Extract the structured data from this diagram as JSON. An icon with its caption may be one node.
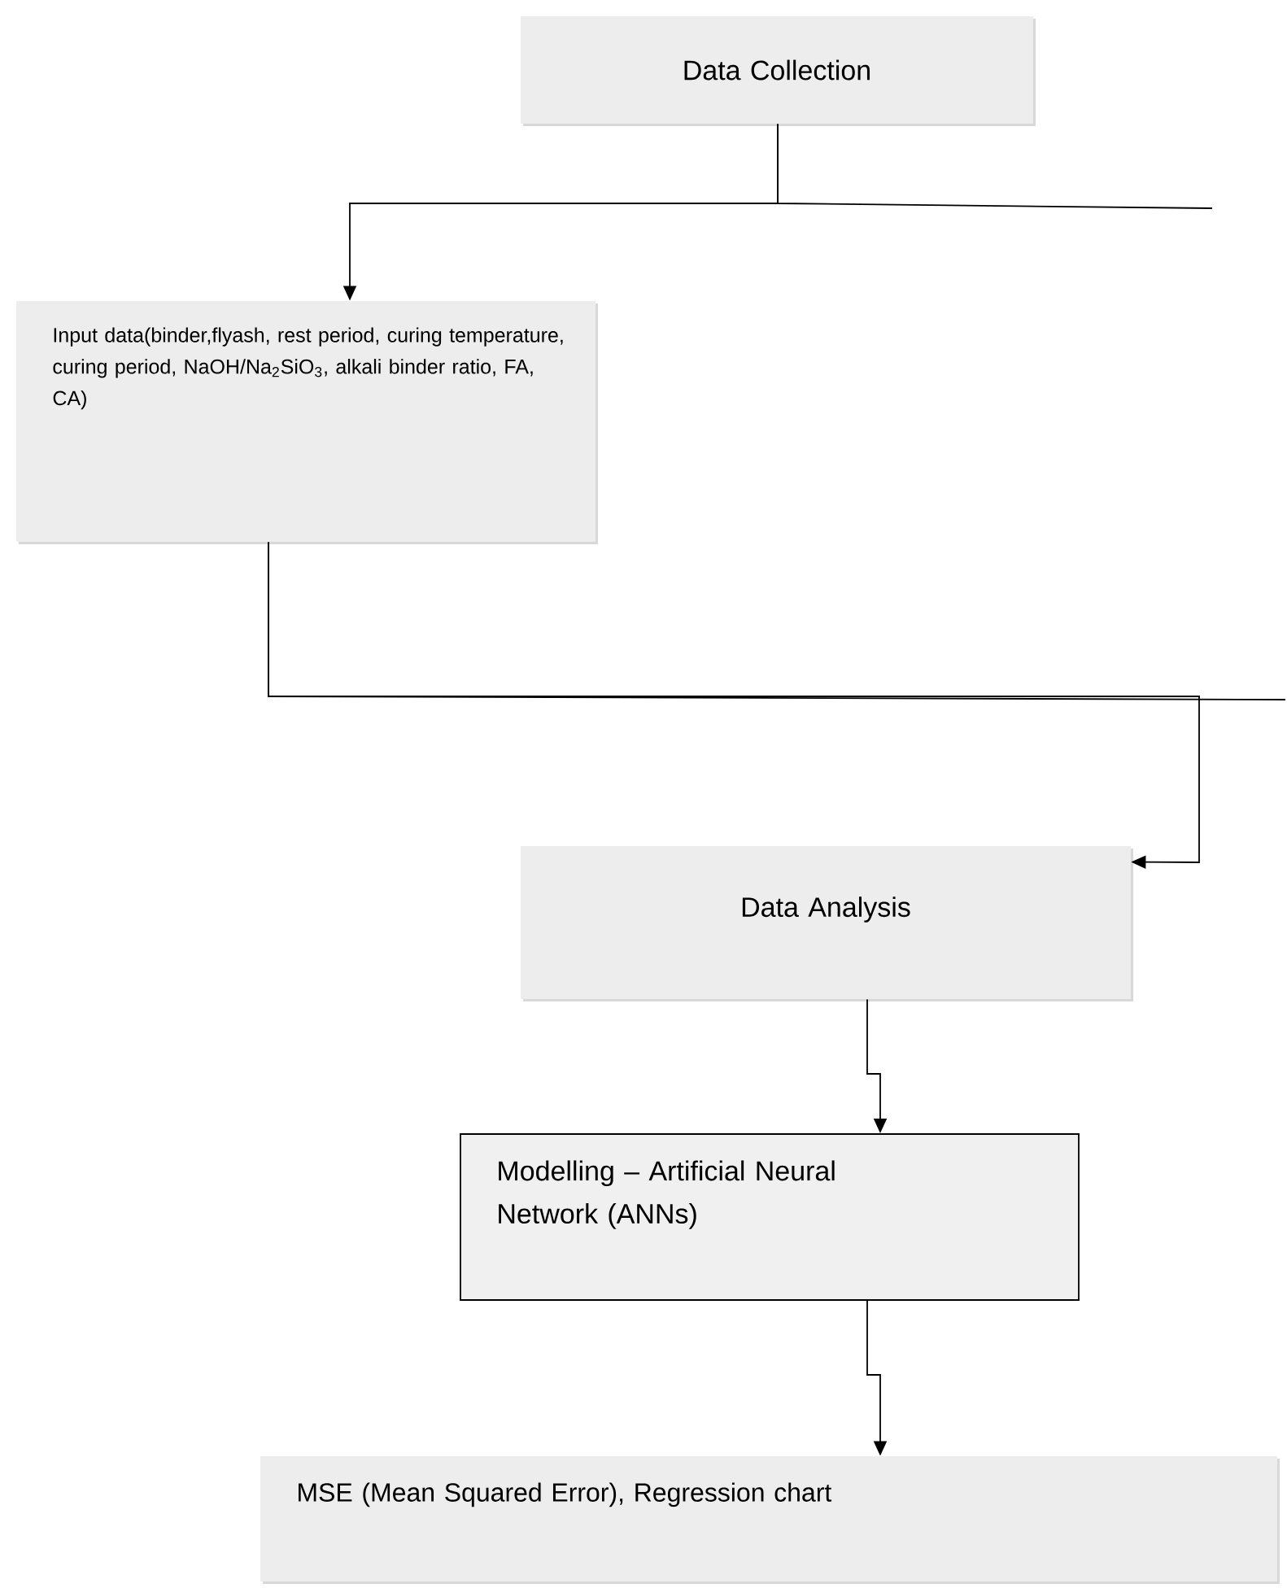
{
  "diagram": {
    "nodes": [
      {
        "text": [
          "Data Collection"
        ]
      },
      {
        "text": [
          "Input data(binder,flyash, rest period, curing temperature, curing period, NaOH/Na$_{2}$SiO$_{3}$, alkali binder ratio, FA, CA)"
        ]
      },
      {
        "text": [
          "Data Analysis"
        ]
      },
      {
        "text": [
          "Modelling – Artificial Neural Network (ANNs)"
        ]
      },
      {
        "text": [
          "MSE (Mean Squared Error), Regression chart"
        ]
      }
    ],
    "edges": [
      {
        "from": 0,
        "to": 1,
        "arrow": "to"
      },
      {
        "from": 0,
        "to": null,
        "arrow": "none"
      },
      {
        "from": 1,
        "to": 2,
        "arrow": "to"
      },
      {
        "from": 1,
        "to": null,
        "arrow": "none"
      },
      {
        "from": 2,
        "to": 3,
        "arrow": "to"
      },
      {
        "from": 3,
        "to": 4,
        "arrow": "to"
      }
    ]
  }
}
